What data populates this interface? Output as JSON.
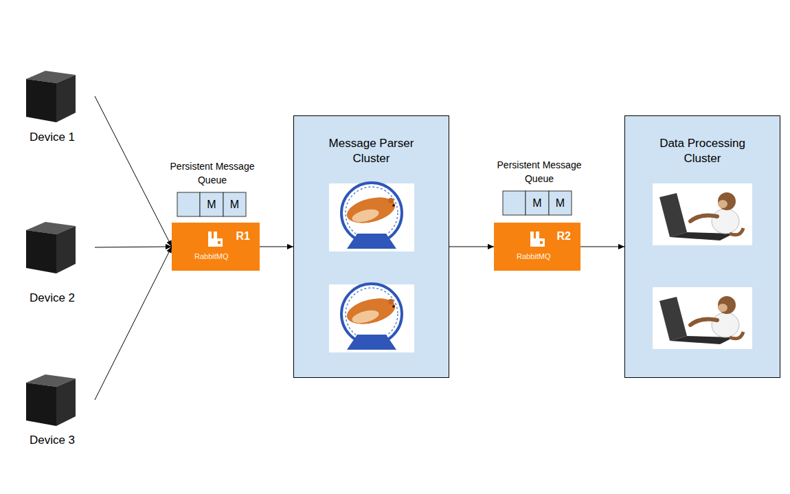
{
  "diagram": {
    "nodes": [
      {
        "text": [
          "Device 1"
        ]
      },
      {
        "text": [
          "Device 2"
        ]
      },
      {
        "text": [
          "Device 3"
        ]
      },
      {
        "text": [
          "R1",
          "RabbitMQ"
        ]
      },
      {
        "text": [
          "Message Parser Cluster"
        ]
      },
      {
        "text": [
          "R2",
          "RabbitMQ"
        ]
      },
      {
        "text": [
          "Data Processing Cluster"
        ]
      }
    ],
    "edges": [
      {
        "from": 0,
        "to": 3,
        "arrow": "to"
      },
      {
        "from": 1,
        "to": 3,
        "arrow": "to"
      },
      {
        "from": 2,
        "to": 3,
        "arrow": "to"
      },
      {
        "from": 3,
        "to": 4,
        "arrow": "to"
      },
      {
        "from": 4,
        "to": 5,
        "arrow": "to"
      },
      {
        "from": 5,
        "to": 6,
        "arrow": "to"
      }
    ],
    "labels": [
      "Persistent Message Queue",
      "M",
      "M",
      "Persistent Message Queue",
      "M",
      "M"
    ]
  }
}
